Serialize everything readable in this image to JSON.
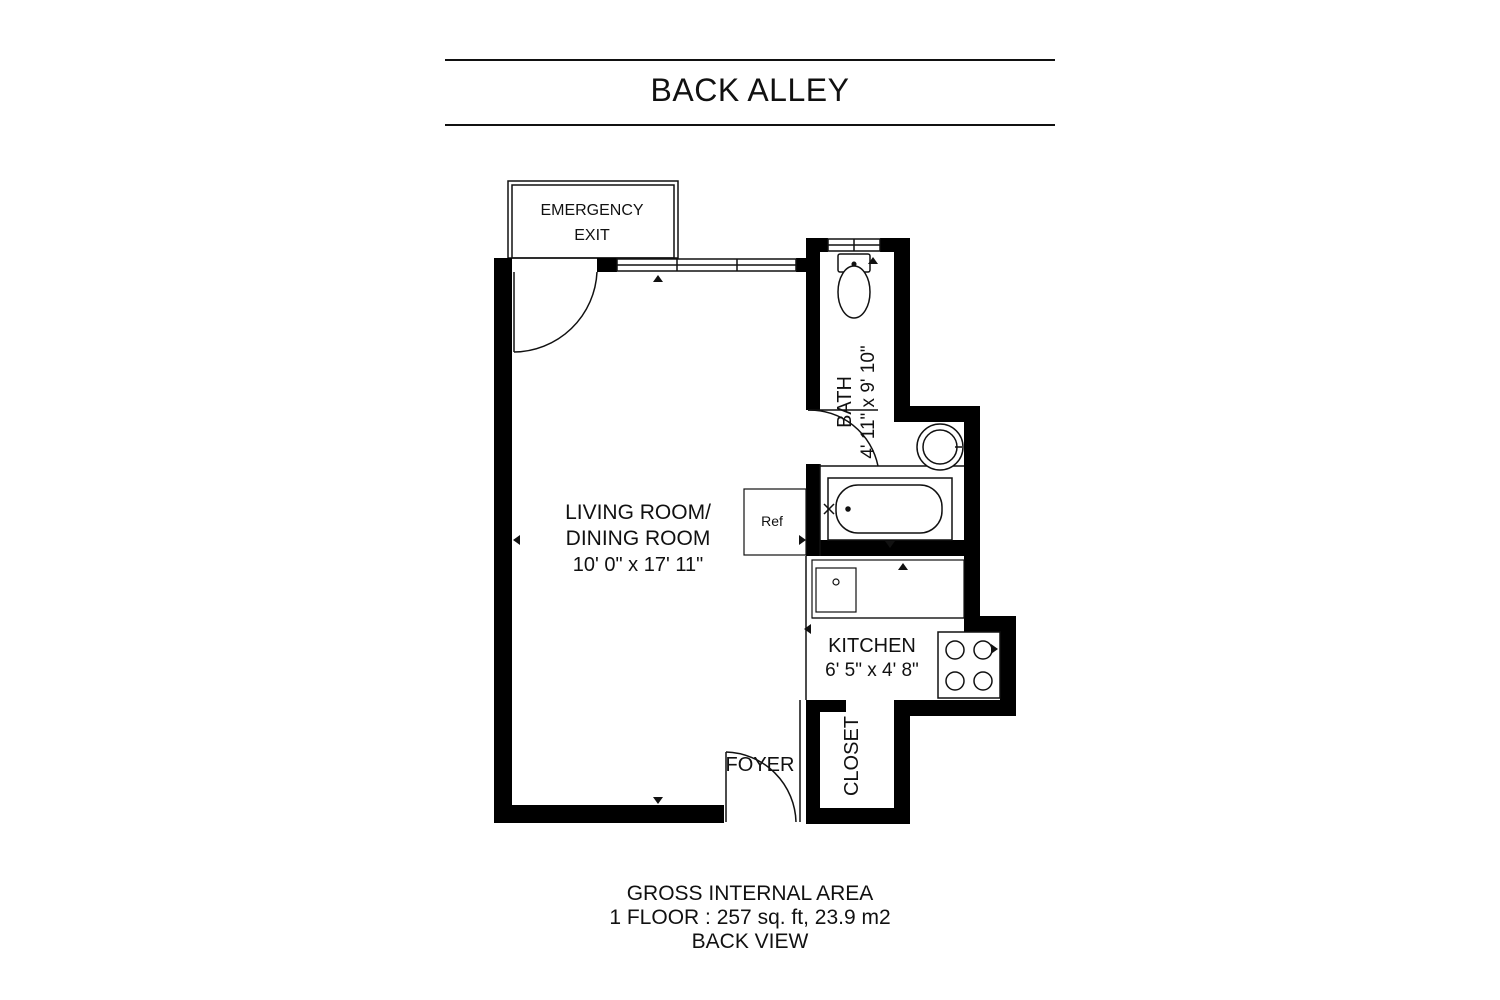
{
  "header": {
    "title": "BACK ALLEY"
  },
  "rooms": {
    "emergency_exit": {
      "line1": "EMERGENCY",
      "line2": "EXIT"
    },
    "living": {
      "line1": "LIVING ROOM/",
      "line2": "DINING ROOM",
      "dims": "10' 0\" x 17' 11\""
    },
    "bath": {
      "name": "BATH",
      "dims": "4' 11\" x 9' 10\""
    },
    "kitchen": {
      "name": "KITCHEN",
      "dims": "6' 5\" x 4' 8\""
    },
    "foyer": {
      "name": "FOYER"
    },
    "closet": {
      "name": "CLOSET"
    },
    "ref": {
      "label": "Ref"
    }
  },
  "footer": {
    "line1": "GROSS INTERNAL AREA",
    "line2": "1 FLOOR : 257 sq. ft, 23.9 m2",
    "line3": "BACK VIEW"
  }
}
